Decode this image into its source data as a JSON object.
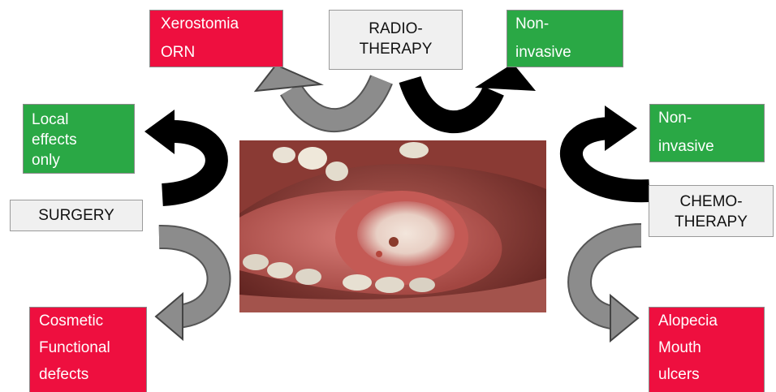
{
  "radiotherapy": {
    "label_l1": "RADIO-",
    "label_l2": "THERAPY"
  },
  "radio_negative": {
    "l1": "Xerostomia",
    "l2": "ORN"
  },
  "radio_positive": {
    "l1": "Non-",
    "l2": "invasive"
  },
  "surgery": {
    "label": "SURGERY"
  },
  "surgery_positive": {
    "l1": "Local",
    "l2": "effects",
    "l3": "only"
  },
  "surgery_negative": {
    "l1": "Cosmetic",
    "l2": "Functional",
    "l3": "defects"
  },
  "chemotherapy": {
    "label_l1": "CHEMO-",
    "label_l2": "THERAPY"
  },
  "chemo_positive": {
    "l1": "Non-",
    "l2": "invasive"
  },
  "chemo_negative": {
    "l1": "Alopecia",
    "l2": "Mouth",
    "l3": "ulcers"
  },
  "colors": {
    "negative_effect": "#ee0f3f",
    "positive_effect": "#2aa845",
    "treatment": "#f0f0f0",
    "positive_arrow": "#000000",
    "negative_arrow": "#8c8c8c"
  },
  "photo": {
    "subject": "tongue-lesion-photo"
  }
}
